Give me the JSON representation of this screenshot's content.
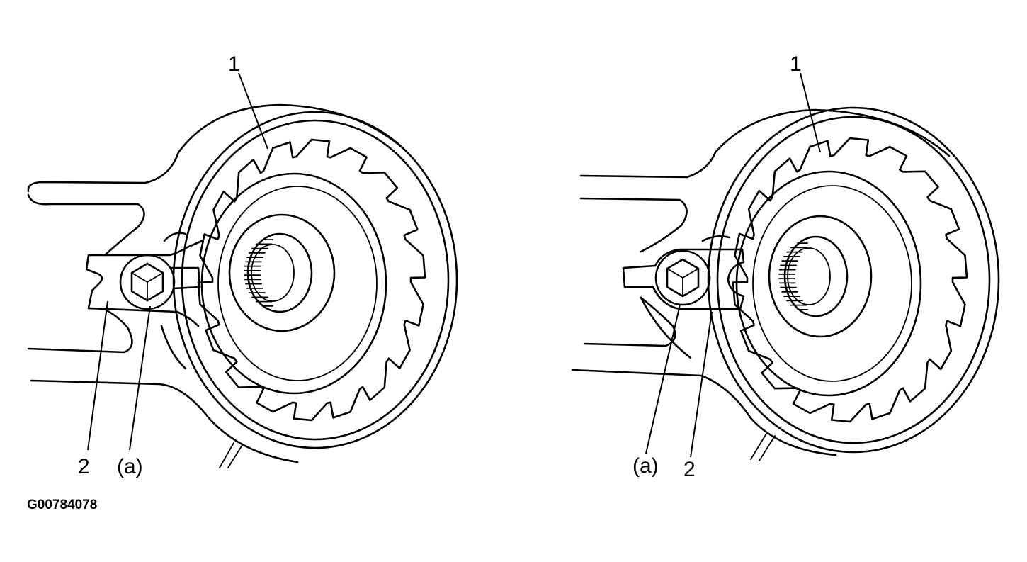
{
  "figure_id": "G00784078",
  "left_view": {
    "label_pulley": "1",
    "label_bracket": "2",
    "label_bolt": "(a)"
  },
  "right_view": {
    "label_pulley": "1",
    "label_bolt": "(a)",
    "label_bracket": "2"
  }
}
